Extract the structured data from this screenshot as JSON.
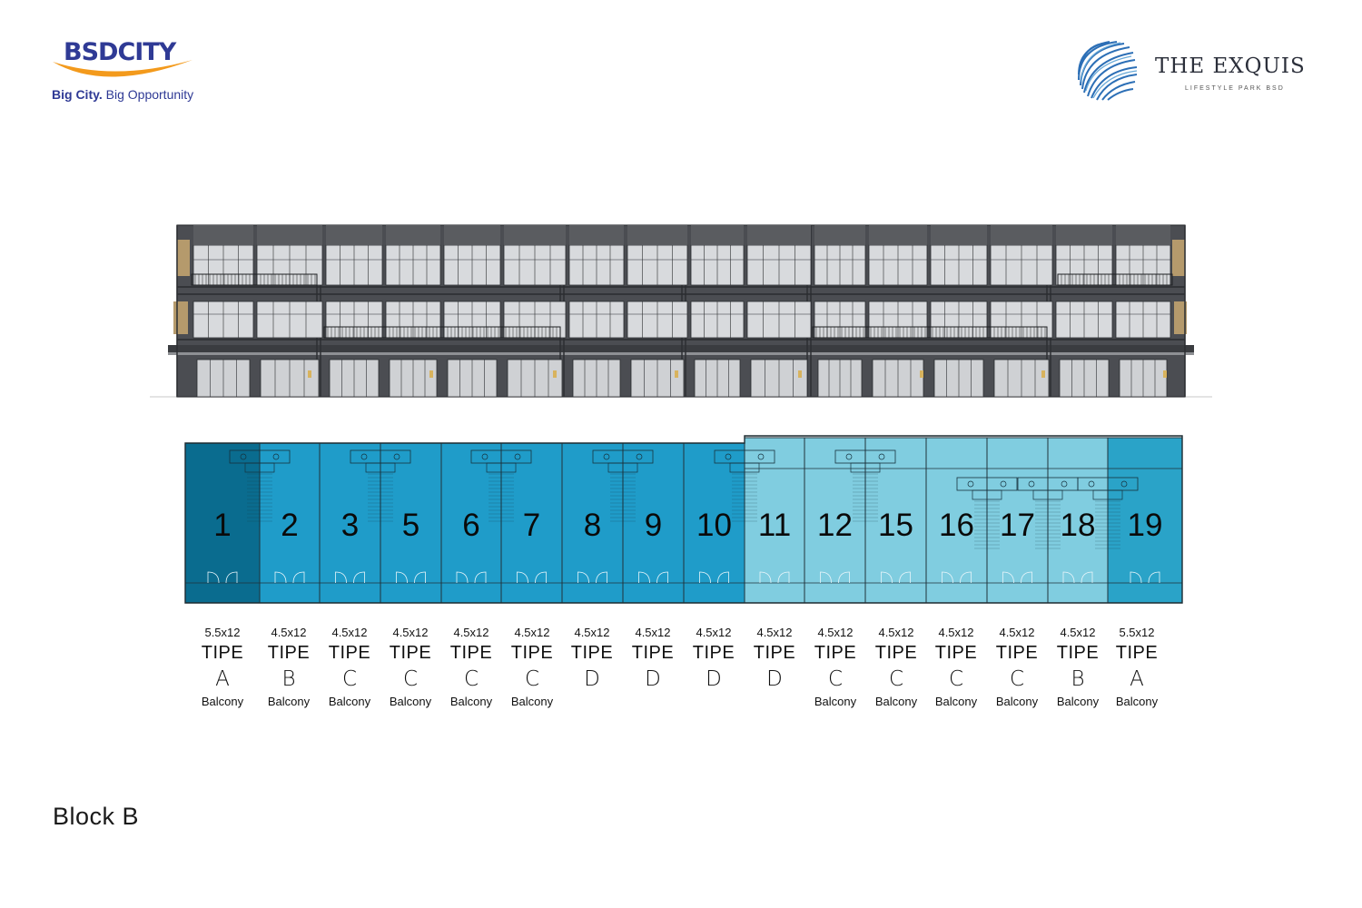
{
  "brand_left": {
    "word_bold": "BSD",
    "word_city": "CITY",
    "tagline_bold": "Big City.",
    "tagline_rest": " Big Opportunity",
    "color": "#2f3a95",
    "swoosh_color": "#f39a1c"
  },
  "brand_right": {
    "title": "THE EXQUIS",
    "subtitle": "LIFESTYLE PARK BSD",
    "emblem_color": "#2c6fb6"
  },
  "colors": {
    "dark_unit": "#0a6c8f",
    "mid_unit": "#1f9cc9",
    "light_unit": "#80cde0",
    "unit_19": "#2aa3c8",
    "facade_dark": "#4b4d52",
    "facade_frame": "#2d2f33",
    "glass": "#d8dadd",
    "wood_accent": "#b59a6c"
  },
  "units": [
    {
      "num": "1",
      "size": "5.5x12",
      "tipe": "TIPE",
      "type": "A",
      "balcony": "Balcony",
      "shade": "dark"
    },
    {
      "num": "2",
      "size": "4.5x12",
      "tipe": "TIPE",
      "type": "B",
      "balcony": "Balcony",
      "shade": "mid"
    },
    {
      "num": "3",
      "size": "4.5x12",
      "tipe": "TIPE",
      "type": "C",
      "balcony": "Balcony",
      "shade": "mid"
    },
    {
      "num": "5",
      "size": "4.5x12",
      "tipe": "TIPE",
      "type": "C",
      "balcony": "Balcony",
      "shade": "mid"
    },
    {
      "num": "6",
      "size": "4.5x12",
      "tipe": "TIPE",
      "type": "C",
      "balcony": "Balcony",
      "shade": "mid"
    },
    {
      "num": "7",
      "size": "4.5x12",
      "tipe": "TIPE",
      "type": "C",
      "balcony": "Balcony",
      "shade": "mid"
    },
    {
      "num": "8",
      "size": "4.5x12",
      "tipe": "TIPE",
      "type": "D",
      "balcony": "",
      "shade": "mid"
    },
    {
      "num": "9",
      "size": "4.5x12",
      "tipe": "TIPE",
      "type": "D",
      "balcony": "",
      "shade": "mid"
    },
    {
      "num": "10",
      "size": "4.5x12",
      "tipe": "TIPE",
      "type": "D",
      "balcony": "",
      "shade": "mid"
    },
    {
      "num": "11",
      "size": "4.5x12",
      "tipe": "TIPE",
      "type": "D",
      "balcony": "",
      "shade": "light"
    },
    {
      "num": "12",
      "size": "4.5x12",
      "tipe": "TIPE",
      "type": "C",
      "balcony": "Balcony",
      "shade": "light"
    },
    {
      "num": "15",
      "size": "4.5x12",
      "tipe": "TIPE",
      "type": "C",
      "balcony": "Balcony",
      "shade": "light"
    },
    {
      "num": "16",
      "size": "4.5x12",
      "tipe": "TIPE",
      "type": "C",
      "balcony": "Balcony",
      "shade": "light"
    },
    {
      "num": "17",
      "size": "4.5x12",
      "tipe": "TIPE",
      "type": "C",
      "balcony": "Balcony",
      "shade": "light"
    },
    {
      "num": "18",
      "size": "4.5x12",
      "tipe": "TIPE",
      "type": "B",
      "balcony": "Balcony",
      "shade": "light"
    },
    {
      "num": "19",
      "size": "5.5x12",
      "tipe": "TIPE",
      "type": "A",
      "balcony": "Balcony",
      "shade": "accent"
    }
  ],
  "block_label": "Block B"
}
